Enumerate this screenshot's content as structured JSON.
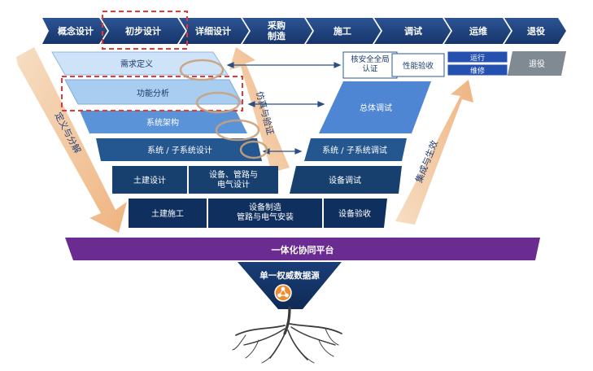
{
  "phases": [
    {
      "label": "概念设计"
    },
    {
      "label": "初步设计"
    },
    {
      "label": "详细设计"
    },
    {
      "label": "采购\n制造"
    },
    {
      "label": "施工"
    },
    {
      "label": "调试"
    },
    {
      "label": "运维"
    },
    {
      "label": "退役"
    }
  ],
  "left_blocks": {
    "requirements": "需求定义",
    "function_analysis": "功能分析",
    "system_architecture": "系统架构",
    "subsystem_design": "系统 / 子系统设计",
    "civil_design": "土建设计",
    "equipment_design": "设备、管路与\n电气设计",
    "civil_construction": "土建施工"
  },
  "right_blocks": {
    "nuclear_safety": "核安全全局\n认证",
    "performance_acceptance": "性能验收",
    "operation": "运行",
    "maintenance": "维修",
    "retirement": "退役",
    "overall_commissioning": "总体调试",
    "subsystem_commissioning": "系统 / 子系统调试",
    "equipment_commissioning": "设备调试",
    "equipment_acceptance": "设备验收",
    "manufacturing_install": "设备制造\n管路与电气安装"
  },
  "arrows": {
    "define_decompose": "定义与分解",
    "simulate_verify": "仿真与验证",
    "integrate_generate": "集成与生效"
  },
  "platform": {
    "label": "一体化协同平台"
  },
  "data_source": {
    "label": "单一权威数据源"
  },
  "colors": {
    "phase_bar": "#1f3f7a",
    "light_block": "#b9d6f5",
    "mid_block": "#5b93d9",
    "dark_block": "#1e4e8c",
    "deep_block": "#153a6e",
    "platform": "#6a2c91",
    "arrow": "#f2c9a3",
    "highlight": "#e53935"
  }
}
